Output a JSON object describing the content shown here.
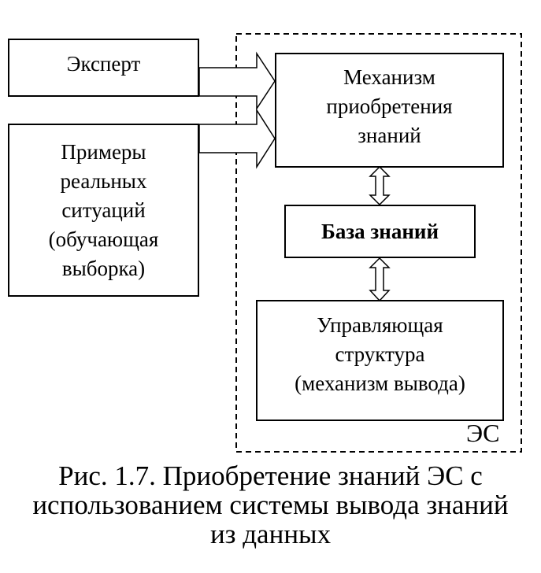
{
  "diagram": {
    "expert": "Эксперт",
    "examples": [
      "Примеры",
      "реальных",
      "ситуаций",
      "(обучающая",
      "выборка)"
    ],
    "acquisition": [
      "Механизм",
      "приобретения",
      "знаний"
    ],
    "knowledge_base": "База знаний",
    "control": [
      "Управляющая",
      "структура",
      "(механизм вывода)"
    ],
    "es_label": "ЭС"
  },
  "caption": [
    "Рис. 1.7. Приобретение знаний ЭС с",
    "использованием системы вывода знаний",
    "из данных"
  ]
}
